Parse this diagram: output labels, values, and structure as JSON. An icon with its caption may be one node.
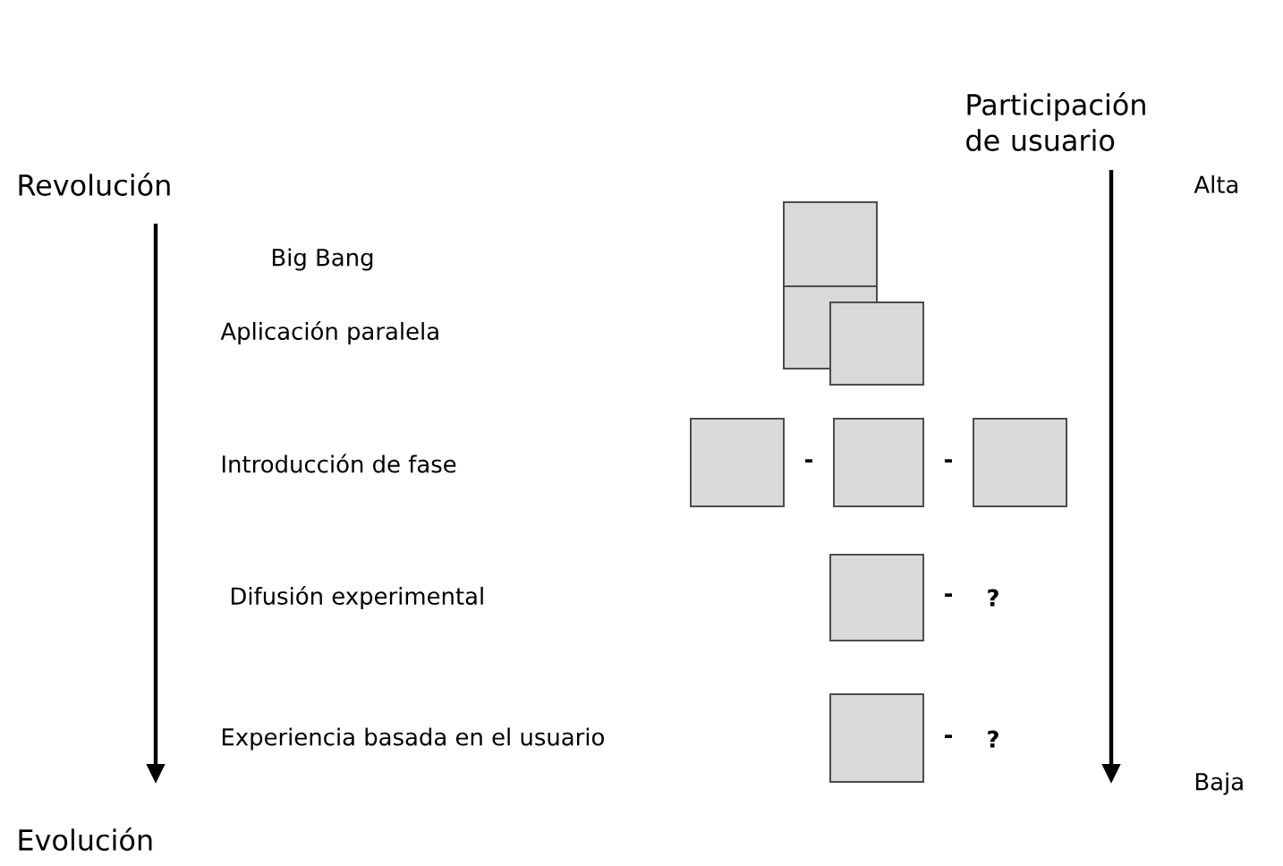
{
  "diagram": {
    "nodes": [
      {
        "text": [],
        "shape": "box"
      },
      {
        "text": [],
        "shape": "box"
      },
      {
        "text": [],
        "shape": "box"
      },
      {
        "text": [],
        "shape": "box"
      },
      {
        "text": [],
        "shape": "box"
      },
      {
        "text": [],
        "shape": "box"
      },
      {
        "text": [],
        "shape": "box"
      },
      {
        "text": [],
        "shape": "box"
      }
    ],
    "labels": [
      "Revolución",
      "Participación de usuario",
      "Alta",
      "Big Bang",
      "Aplicación paralela",
      "Introducción de fase",
      "-",
      "-",
      "Difusión experimental",
      "-",
      "?",
      "Experiencia basada en el usuario",
      "-",
      "?",
      "Baja",
      "Evolución"
    ]
  }
}
